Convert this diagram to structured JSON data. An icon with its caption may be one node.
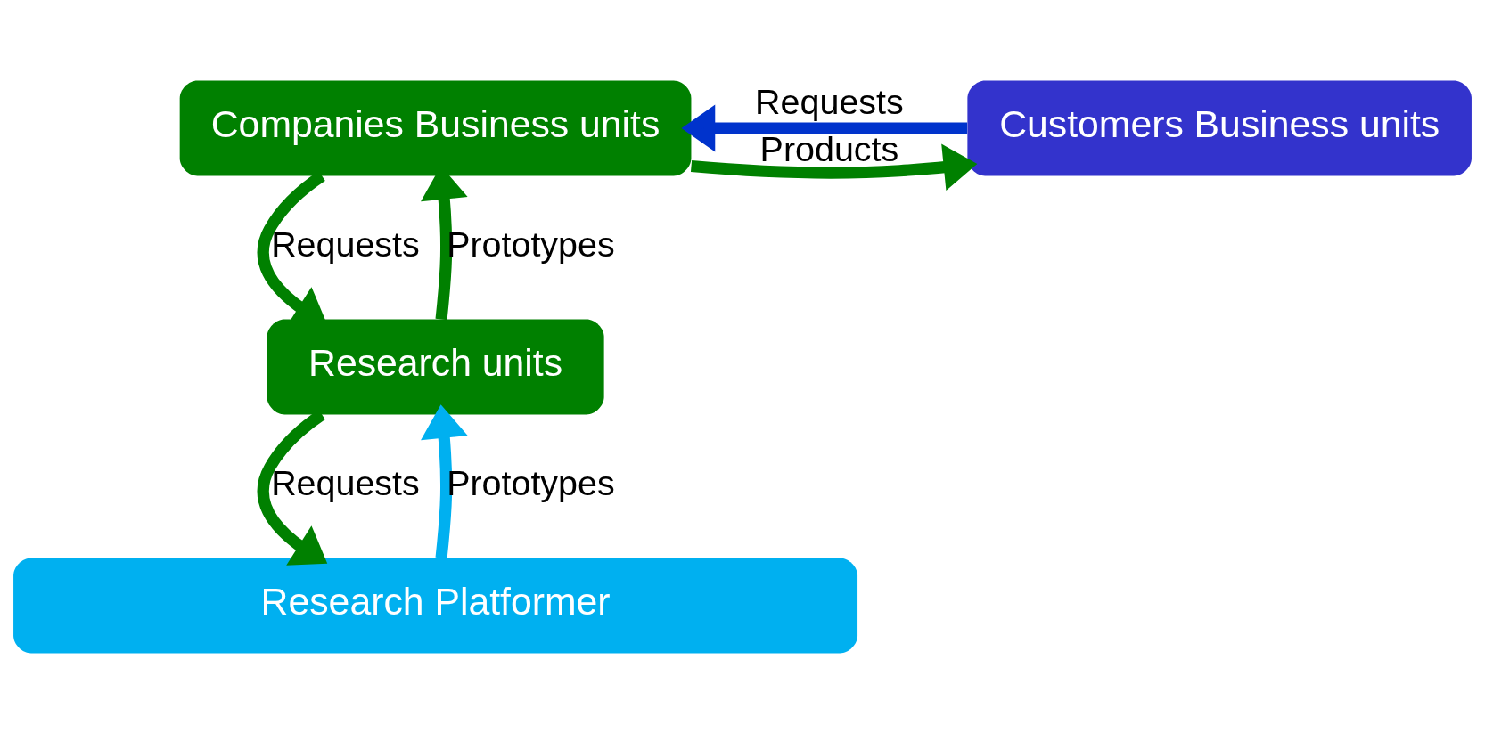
{
  "diagram": {
    "nodes": [
      {
        "text": [
          "Companies Business units"
        ]
      },
      {
        "text": [
          "Customers Business units"
        ]
      },
      {
        "text": [
          "Research units"
        ]
      },
      {
        "text": [
          "Research Platformer"
        ]
      }
    ],
    "edges": [
      {
        "from": 1,
        "to": 0,
        "arrow": "to",
        "label": "Requests",
        "color": "#0033cc"
      },
      {
        "from": 0,
        "to": 1,
        "arrow": "to",
        "label": "Products"
      },
      {
        "from": 0,
        "to": 2,
        "arrow": "to",
        "label": "Requests"
      },
      {
        "from": 2,
        "to": 0,
        "arrow": "to",
        "label": "Prototypes"
      },
      {
        "from": 2,
        "to": 3,
        "arrow": "to",
        "label": "Requests"
      },
      {
        "from": 3,
        "to": 2,
        "arrow": "to",
        "label": "Prototypes",
        "color": "#00b0f0"
      }
    ]
  }
}
